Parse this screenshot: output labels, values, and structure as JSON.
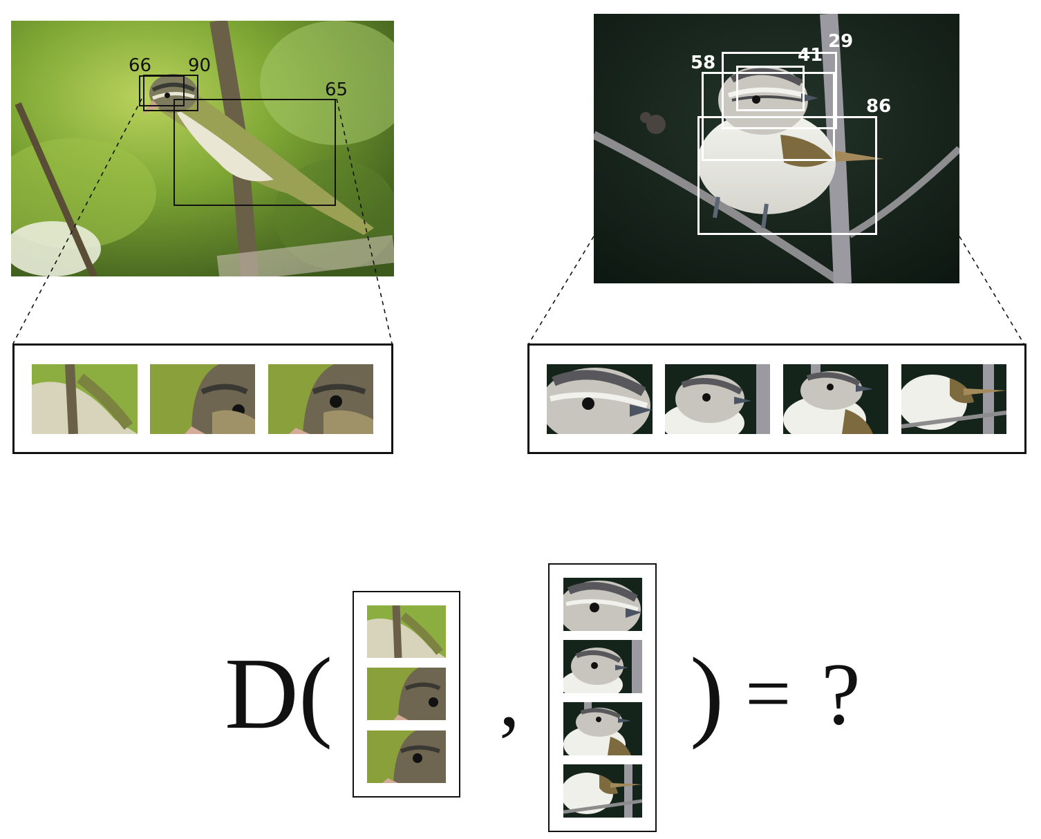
{
  "left_image": {
    "box_labels": [
      "66",
      "90",
      "65"
    ],
    "crop_count": 3
  },
  "right_image": {
    "box_labels": [
      "58",
      "41",
      "29",
      "86"
    ],
    "crop_count": 4
  },
  "equation": {
    "function": "D(",
    "comma": ",",
    "close_paren": ")",
    "equals": "=",
    "question": "?"
  },
  "colors": {
    "left_box": "#111111",
    "right_box": "#ffffff",
    "foliage": "#7fa83a",
    "dark_bg": "#17251c"
  }
}
